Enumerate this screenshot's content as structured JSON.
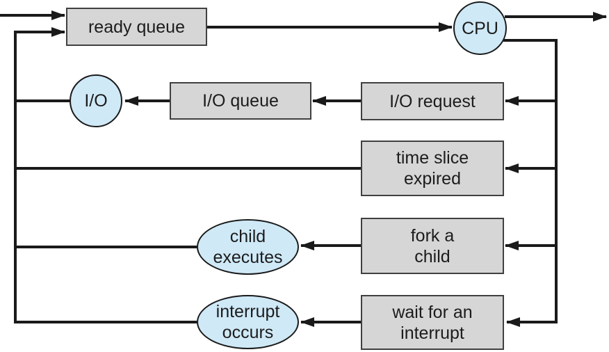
{
  "colors": {
    "boxFill": "#d6d6d6",
    "boxBorder": "#404040",
    "nodeFill": "#cfe9f7",
    "nodeBorder": "#1a1a1a",
    "line": "#1a1a1a",
    "text": "#1c1c1c",
    "bg": "#ffffff"
  },
  "nodes": {
    "ready_queue": {
      "label": "ready queue"
    },
    "cpu": {
      "label": "CPU"
    },
    "io": {
      "label": "I/O"
    },
    "io_queue": {
      "label": "I/O queue"
    },
    "io_request": {
      "label": "I/O request"
    },
    "time_slice_expired": {
      "line1": "time slice",
      "line2": "expired"
    },
    "child_executes": {
      "line1": "child",
      "line2": "executes"
    },
    "fork_a_child": {
      "line1": "fork a",
      "line2": "child"
    },
    "interrupt_occurs": {
      "line1": "interrupt",
      "line2": "occurs"
    },
    "wait_for_interrupt": {
      "line1": "wait for an",
      "line2": "interrupt"
    }
  },
  "edges": [
    {
      "from": "external",
      "to": "ready queue"
    },
    {
      "from": "feedback spine",
      "to": "ready queue"
    },
    {
      "from": "ready queue",
      "to": "CPU"
    },
    {
      "from": "CPU",
      "to": "exit"
    },
    {
      "from": "CPU",
      "to": "I/O request"
    },
    {
      "from": "CPU",
      "to": "time slice expired"
    },
    {
      "from": "CPU",
      "to": "fork a child"
    },
    {
      "from": "CPU",
      "to": "wait for an interrupt"
    },
    {
      "from": "I/O request",
      "to": "I/O queue"
    },
    {
      "from": "I/O queue",
      "to": "I/O"
    },
    {
      "from": "I/O",
      "to": "feedback spine"
    },
    {
      "from": "time slice expired",
      "to": "feedback spine"
    },
    {
      "from": "fork a child",
      "to": "child executes"
    },
    {
      "from": "child executes",
      "to": "feedback spine"
    },
    {
      "from": "wait for an interrupt",
      "to": "interrupt occurs"
    },
    {
      "from": "interrupt occurs",
      "to": "feedback spine"
    }
  ]
}
